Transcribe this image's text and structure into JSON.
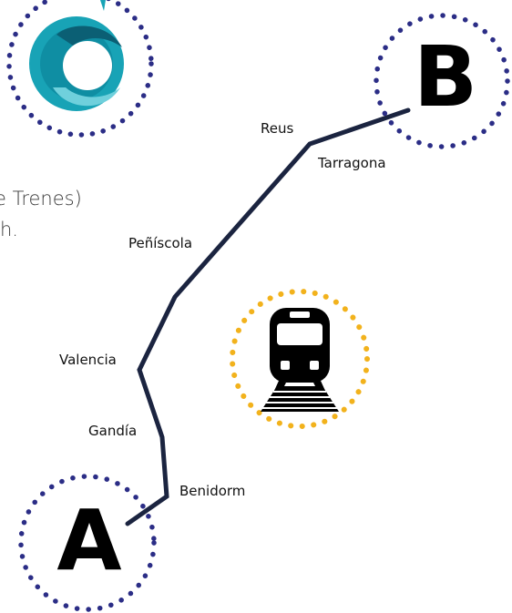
{
  "colors": {
    "route": "#1b2440",
    "endpoint_ring": "#2b2d86",
    "train_ring": "#f2b21c",
    "text": "#111111",
    "logo_teal": "#18a3b6",
    "logo_dark": "#0b5f74"
  },
  "text_fragments": {
    "line1": "e Trenes)",
    "line2": "h."
  },
  "endpoints": {
    "start": "A",
    "end": "B"
  },
  "stops": [
    {
      "id": "benidorm",
      "name": "Benidorm"
    },
    {
      "id": "gandia",
      "name": "Gandía"
    },
    {
      "id": "valencia",
      "name": "Valencia"
    },
    {
      "id": "peniscola",
      "name": "Peñíscola"
    },
    {
      "id": "tarragona",
      "name": "Tarragona"
    },
    {
      "id": "reus",
      "name": "Reus"
    }
  ],
  "icons": {
    "logo": "company-logo-icon",
    "train": "train-icon"
  }
}
